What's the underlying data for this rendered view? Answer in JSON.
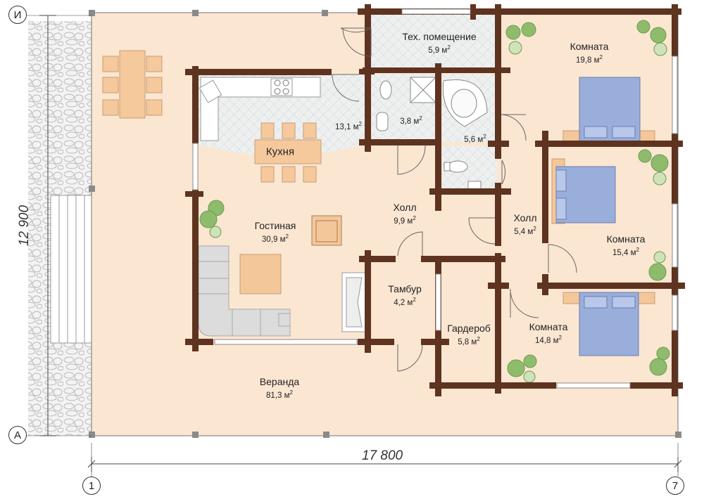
{
  "axes": {
    "top_left": "И",
    "bottom_left": "А",
    "bottom_1": "1",
    "bottom_7": "7"
  },
  "dimensions": {
    "width": "17 800",
    "height": "12 900"
  },
  "area_unit": "м",
  "area_exp": "2",
  "rooms": {
    "tech": {
      "name": "Тех. помещение",
      "area": "5,9"
    },
    "room_top": {
      "name": "Комната",
      "area": "19,8"
    },
    "kitchen": {
      "name": "",
      "area": "13,1"
    },
    "bath": {
      "name": "",
      "area": "3,8"
    },
    "wc": {
      "name": "",
      "area": "5,6"
    },
    "living": {
      "name": "Гостиная",
      "area": "30,9"
    },
    "hall1": {
      "name": "Холл",
      "area": "9,9"
    },
    "hall2": {
      "name": "Холл",
      "area": "5,4"
    },
    "room_mid": {
      "name": "Комната",
      "area": "15,4"
    },
    "tambur": {
      "name": "Тамбур",
      "area": "4,2"
    },
    "wardrobe": {
      "name": "Гардероб",
      "area": "5,8"
    },
    "room_bot": {
      "name": "Комната",
      "area": "14,8"
    },
    "veranda": {
      "name": "Веранда",
      "area": "81,3"
    }
  },
  "kitchen_table_label": "Кухня",
  "colors": {
    "floor": "#fbe6d2",
    "wall": "#5e3320",
    "tile": "#e9ecec",
    "bed": "#9aaedb",
    "rug": "#f4c79a",
    "plant": "#8fbc6c"
  }
}
